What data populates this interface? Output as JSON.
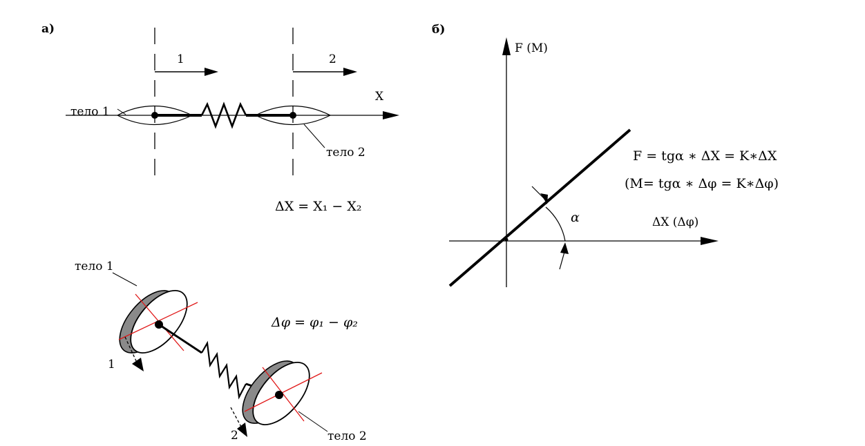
{
  "panel_a": {
    "tag": "а)",
    "arrow1_label": "1",
    "arrow2_label": "2",
    "axis_label": "X",
    "body1_label": "тело 1",
    "body2_label": "тело 2",
    "formula": "ΔX = X₁ − X₂"
  },
  "panel_a_rot": {
    "body1_label": "тело 1",
    "body2_label": "тело 2",
    "arrow1_label": "1",
    "arrow2_label": "2",
    "formula": "Δφ = φ₁ − φ₂"
  },
  "panel_b": {
    "tag": "б)",
    "y_label": "F (M)",
    "x_label": "ΔX (Δφ)",
    "angle_label": "α",
    "formula_1": "F = tgα ∗ ΔX = K∗ΔX",
    "formula_2": "(M= tgα ∗ Δφ = K∗Δφ)"
  },
  "colors": {
    "ink": "#000000",
    "accent_red": "#e01818",
    "wheel_face": "#ffffff",
    "wheel_rim": "#555555"
  },
  "icons": {
    "arrowhead": "filled-triangle",
    "pivot": "filled-dot"
  }
}
